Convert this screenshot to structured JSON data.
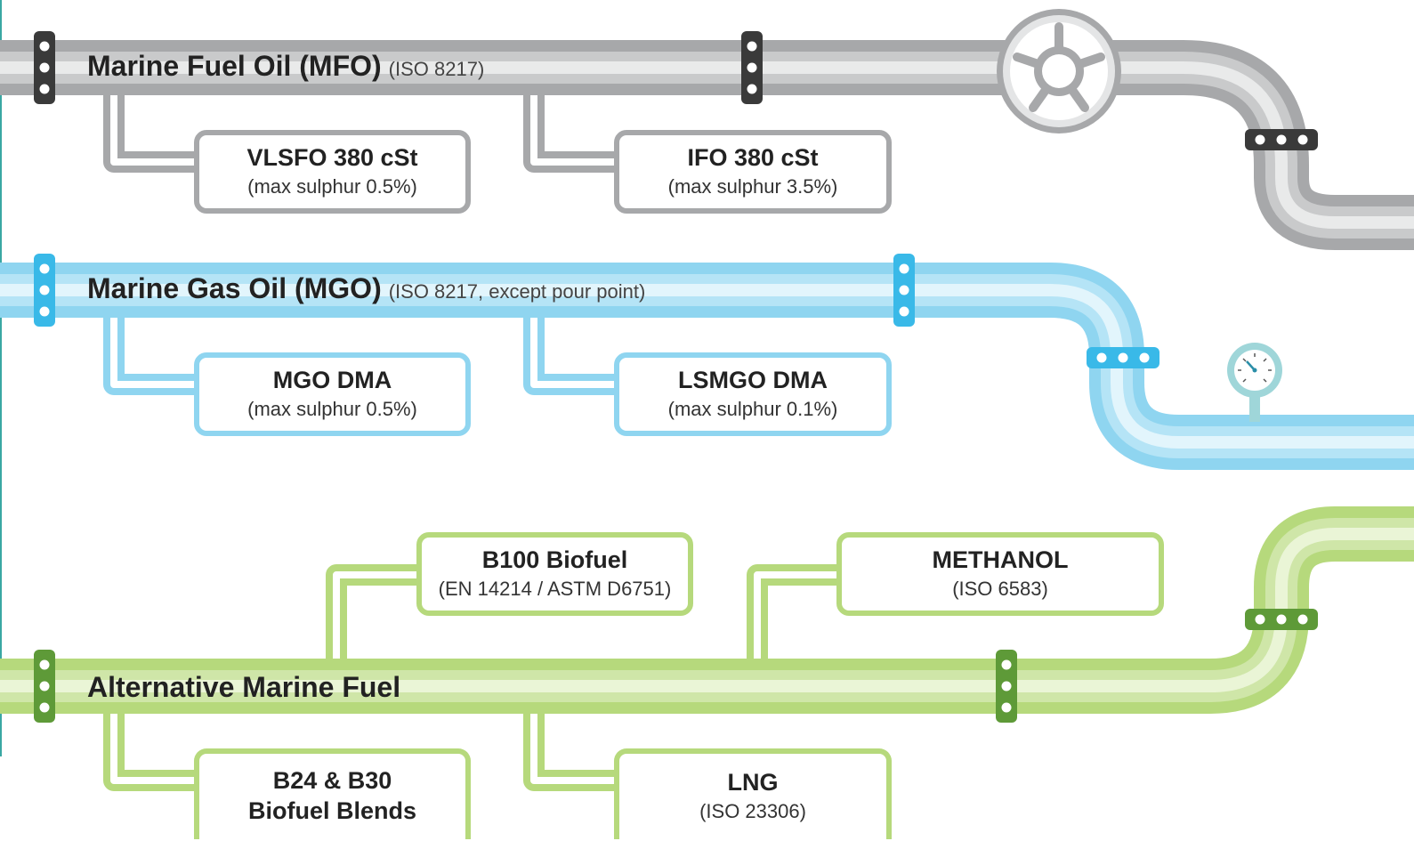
{
  "colors": {
    "mfo_pipe": "#a7a8aa",
    "mfo_pipe_light": "#e9eaea",
    "mfo_clamp": "#3a3a3a",
    "mgo_pipe": "#8fd5f0",
    "mgo_pipe_light": "#e2f5fc",
    "mgo_clamp": "#39b9e8",
    "alt_pipe": "#b6d97c",
    "alt_pipe_light": "#eaf5d6",
    "alt_clamp": "#5e9a38",
    "text": "#222222"
  },
  "mfo": {
    "title": "Marine Fuel Oil (MFO)",
    "standard": "(ISO 8217)",
    "grades": [
      {
        "name": "VLSFO 380 cSt",
        "spec": "(max sulphur 0.5%)"
      },
      {
        "name": "IFO 380 cSt",
        "spec": "(max sulphur 3.5%)"
      }
    ]
  },
  "mgo": {
    "title": "Marine Gas Oil (MGO)",
    "standard": "(ISO 8217, except pour point)",
    "grades": [
      {
        "name": "MGO DMA",
        "spec": "(max sulphur 0.5%)"
      },
      {
        "name": "LSMGO DMA",
        "spec": "(max sulphur 0.1%)"
      }
    ]
  },
  "alt": {
    "title": "Alternative Marine Fuel",
    "grades_top": [
      {
        "name": "B100 Biofuel",
        "spec": "(EN 14214 / ASTM D6751)"
      },
      {
        "name": "METHANOL",
        "spec": "(ISO 6583)"
      }
    ],
    "grades_bottom": [
      {
        "name": "B24 & B30",
        "name2": "Biofuel Blends"
      },
      {
        "name": "LNG",
        "spec": "(ISO 23306)"
      }
    ]
  },
  "icons": [
    "valve-wheel-icon",
    "pressure-gauge-icon",
    "pipe-clamp-icon"
  ]
}
